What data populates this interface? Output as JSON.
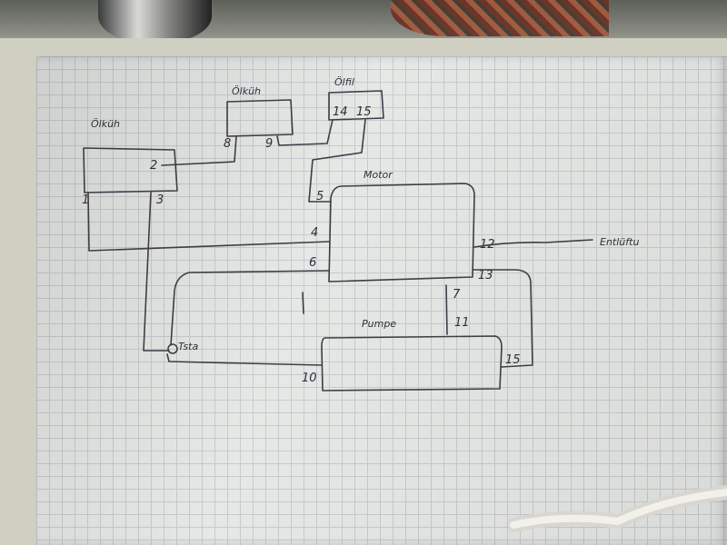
{
  "diagram": {
    "blocks": {
      "oil_cooler_left": {
        "title": "Ölküh",
        "terminals": [
          "1",
          "2",
          "3"
        ]
      },
      "oil_cooler_mid": {
        "title": "Ölküh",
        "terminals": [
          "8",
          "9"
        ]
      },
      "oil_filter": {
        "title": "Ölfil",
        "terminals": [
          "14",
          "15"
        ]
      },
      "motor": {
        "title": "Motor",
        "terminals": [
          "5",
          "4",
          "6",
          "12",
          "13",
          "7"
        ]
      },
      "pump": {
        "title": "Pumpe",
        "terminals": [
          "11",
          "10",
          "15"
        ]
      }
    },
    "external_labels": {
      "tstat": "Tsta",
      "coolant": "Entlüftu"
    }
  }
}
